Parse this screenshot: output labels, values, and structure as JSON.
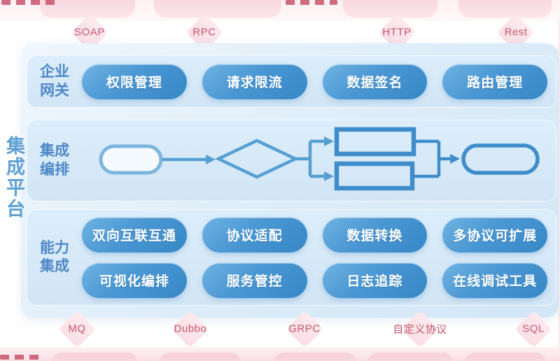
{
  "top_protocols": [
    {
      "label": "SOAP"
    },
    {
      "label": "RPC"
    },
    {
      "label": "HTTP"
    },
    {
      "label": "Rest"
    }
  ],
  "bottom_protocols": [
    {
      "label": "MQ"
    },
    {
      "label": "Dubbo"
    },
    {
      "label": "GRPC"
    },
    {
      "label": "自定义协议"
    },
    {
      "label": "SQL"
    }
  ],
  "platform": {
    "vertical_title": "集成平台",
    "sections": [
      {
        "label": "企业\n网关",
        "items": [
          "权限管理",
          "请求限流",
          "数据签名",
          "路由管理"
        ]
      },
      {
        "label": "集成\n编排",
        "flow_nodes": [
          "start-pill",
          "decision-diamond",
          "task-rect-1",
          "task-rect-2",
          "end-pill"
        ]
      },
      {
        "label": "能力\n集成",
        "items": [
          "双向互联互通",
          "协议适配",
          "数据转换",
          "多协议可扩展",
          "可视化编排",
          "服务管控",
          "日志追踪",
          "在线调试工具"
        ]
      }
    ]
  },
  "colors": {
    "chip_blue_light": "#6fb3e2",
    "chip_blue_dark": "#3787c6",
    "section_bg": "#d9eaf8",
    "panel_bg": "#e2eff9",
    "label_blue": "#4e88c7",
    "protocol_red": "#c9566f",
    "pink_box": "#f8d7df",
    "flow_stroke_light": "#7db6dc",
    "flow_stroke_mid": "#569fd2",
    "flow_stroke_deep": "#3e8dca"
  }
}
